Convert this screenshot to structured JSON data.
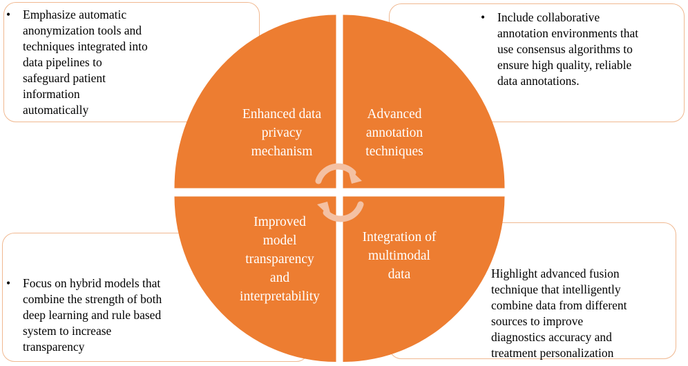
{
  "diagram": {
    "colors": {
      "quadrant_fill": "#ed7d31",
      "callout_border": "#f0b890",
      "quadrant_text": "#ffffff",
      "cycle_arrows": "#f4c1a3"
    },
    "center_icon": "circular-arrows-icon",
    "quadrants": {
      "top_left": {
        "lines": [
          "Enhanced data",
          "privacy",
          "mechanism"
        ]
      },
      "top_right": {
        "lines": [
          "Advanced",
          "annotation",
          "techniques"
        ]
      },
      "bottom_left": {
        "lines": [
          "Improved",
          "model",
          "transparency",
          "and",
          "interpretability"
        ]
      },
      "bottom_right": {
        "lines": [
          "Integration of",
          "multimodal",
          "data"
        ]
      }
    },
    "callouts": {
      "top_left": {
        "bullet": "•",
        "lines": [
          "Emphasize automatic",
          "anonymization tools and",
          "techniques integrated into",
          "data pipelines to",
          "safeguard patient",
          "information",
          "automatically"
        ]
      },
      "top_right": {
        "bullet": "•",
        "lines": [
          "Include collaborative",
          "annotation environments that",
          "use consensus algorithms to",
          "ensure high quality, reliable",
          "data annotations."
        ]
      },
      "bottom_left": {
        "bullet": "•",
        "lines": [
          "Focus on hybrid models that",
          "combine the strength of both",
          "deep learning and rule based",
          "system to increase",
          "transparency"
        ]
      },
      "bottom_right": {
        "bullet": "",
        "lines": [
          "Highlight advanced fusion",
          "technique that intelligently",
          "combine data from different",
          "sources to improve",
          "diagnostics accuracy and",
          "treatment personalization"
        ]
      }
    }
  }
}
